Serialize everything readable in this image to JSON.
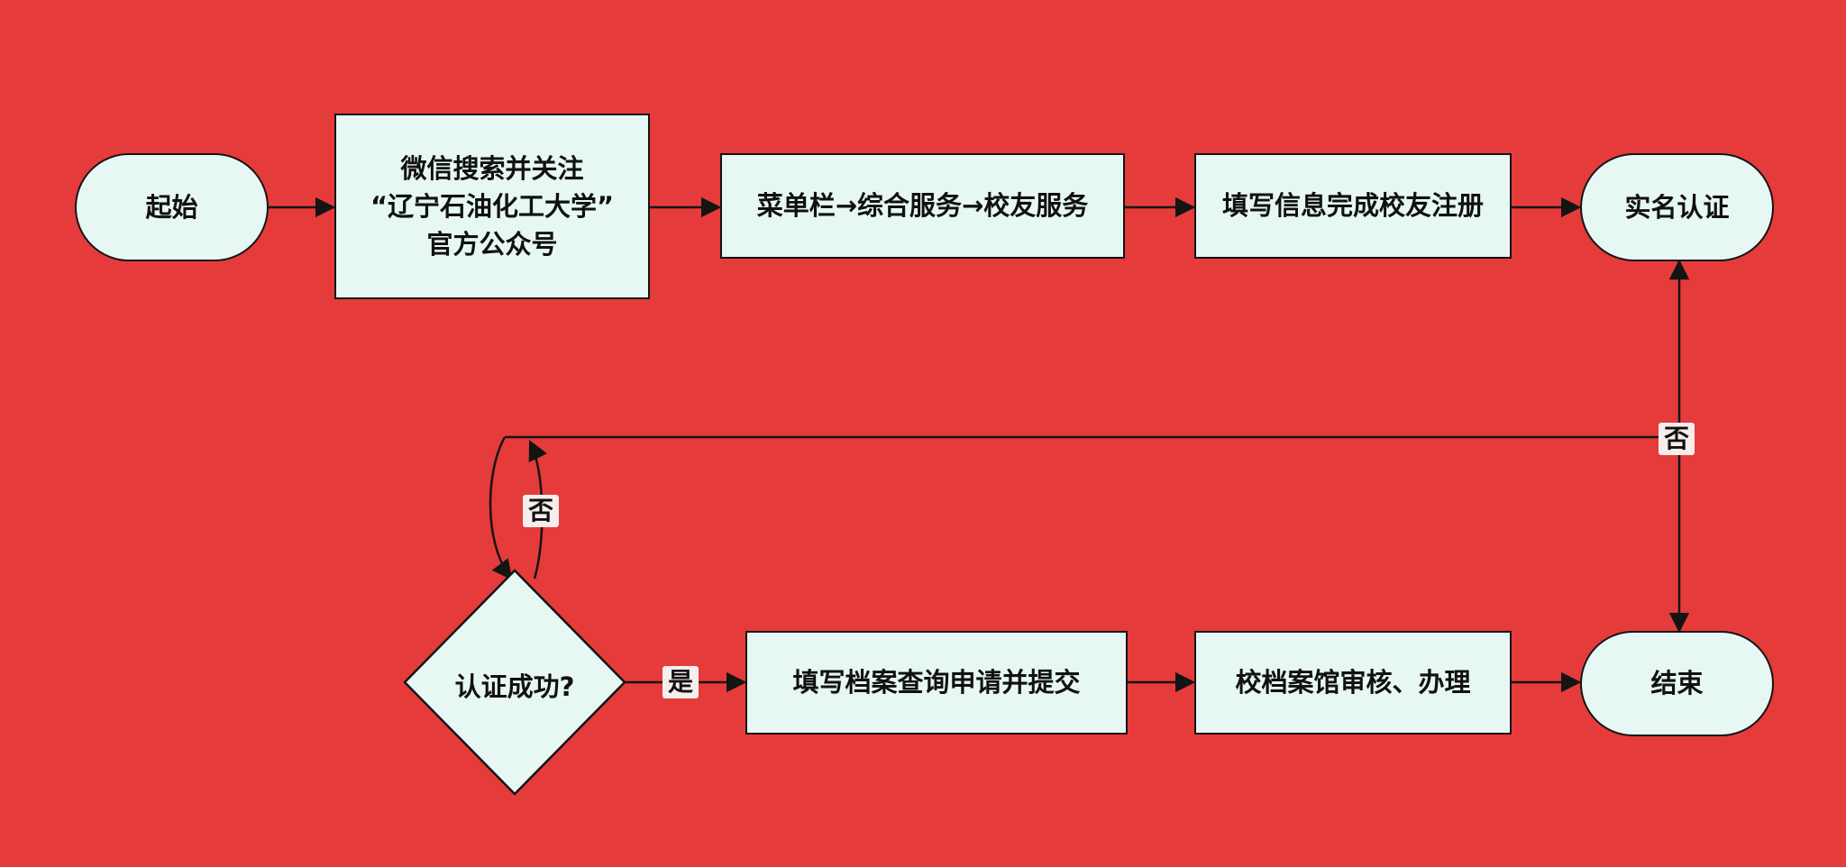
{
  "nodes": {
    "start": "起始",
    "follow": [
      "微信搜索并关注",
      "“辽宁石油化工大学”",
      "官方公众号"
    ],
    "menu": "菜单栏→综合服务→校友服务",
    "register": "填写信息完成校友注册",
    "verify": "实名认证",
    "decision": "认证成功?",
    "apply": "填写档案查询申请并提交",
    "review": "校档案馆审核、办理",
    "end": "结束"
  },
  "edge_labels": {
    "yes": "是",
    "no_left": "否",
    "no_right": "否"
  },
  "colors": {
    "background": "#e53b3a",
    "node_fill": "#e6f7f4",
    "stroke": "#141414"
  }
}
